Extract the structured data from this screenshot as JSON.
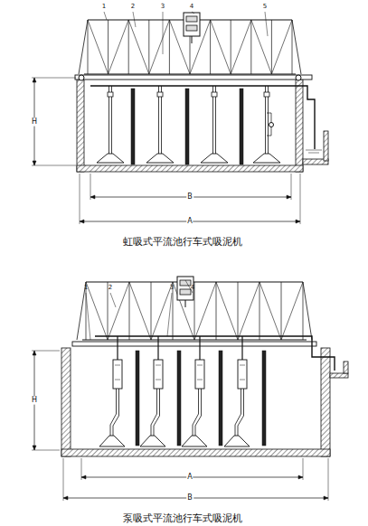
{
  "diagram": {
    "labels": [
      "1",
      "2",
      "3",
      "4",
      "5",
      "H",
      "B",
      "A",
      "虹吸式平流池行车式吸泥机",
      "1",
      "2",
      "3",
      "4",
      "H",
      "A",
      "B",
      "泵吸式平流池行车式吸泥机"
    ]
  }
}
